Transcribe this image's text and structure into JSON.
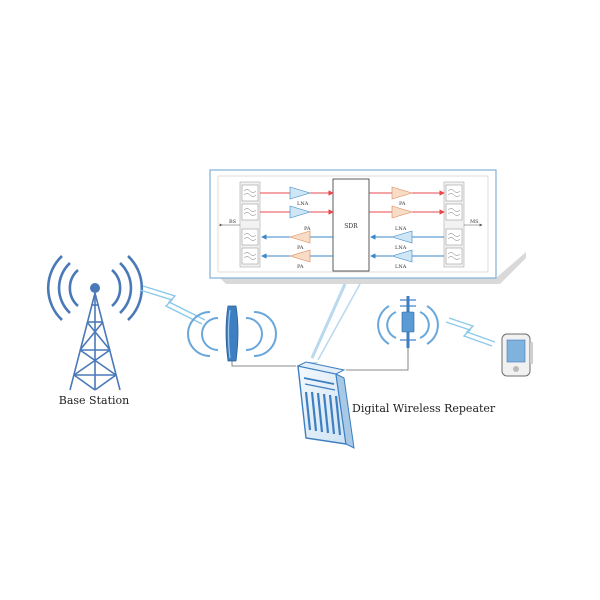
{
  "labels": {
    "base_station": "Base Station",
    "repeater": "Digital Wireless Repeater"
  },
  "block_diagram": {
    "center": "SDR",
    "left_port": "BS",
    "right_port": "MS",
    "amp_top_1": "LNA",
    "amp_top_2": "PA",
    "amp_bottom_1": "PA",
    "amp_bottom_2": "LNA",
    "amp_bottom_3": "PA",
    "amp_bottom_4": "LNA",
    "amp_bottom_5": "PA",
    "amp_bottom_6": "LNA"
  },
  "colors": {
    "accent_blue": "#3d7fc1",
    "tower_blue": "#4a79b8",
    "link_blue": "#8cc8ea",
    "downlink_red": "#e8474d",
    "uplink_blue": "#3a86c8",
    "panel_bg": "#ffffff",
    "panel_border": "#7fb0d8"
  }
}
